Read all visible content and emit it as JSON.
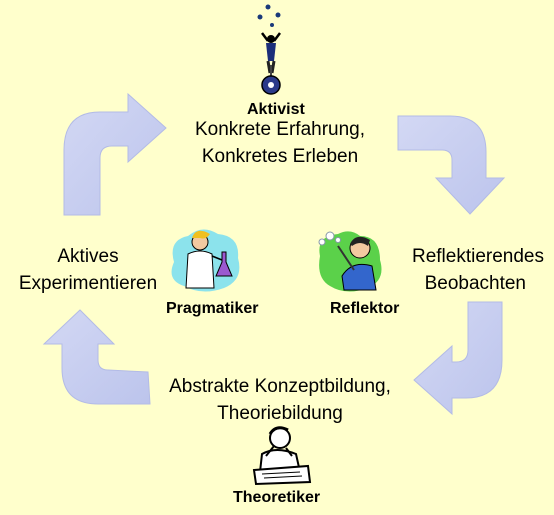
{
  "colors": {
    "background": "#ffffcc",
    "arrow_fill": "#c9cff0",
    "arrow_edge": "#b3bbe6"
  },
  "stages": {
    "top": {
      "role": "Aktivist",
      "line1": "Konkrete Erfahrung,",
      "line2": "Konkretes Erleben",
      "icon": "juggler-unicycle-icon"
    },
    "right": {
      "role": "Reflektor",
      "line1": "Reflektierendes",
      "line2": "Beobachten",
      "icon": "person-with-bubble-wand-icon"
    },
    "bottom": {
      "role": "Theoretiker",
      "line1": "Abstrakte Konzeptbildung,",
      "line2": "Theoriebildung",
      "icon": "thinker-at-desk-icon"
    },
    "left": {
      "role": "Pragmatiker",
      "line1": "Aktives",
      "line2": "Experimentieren",
      "icon": "scientist-with-flask-icon"
    }
  }
}
